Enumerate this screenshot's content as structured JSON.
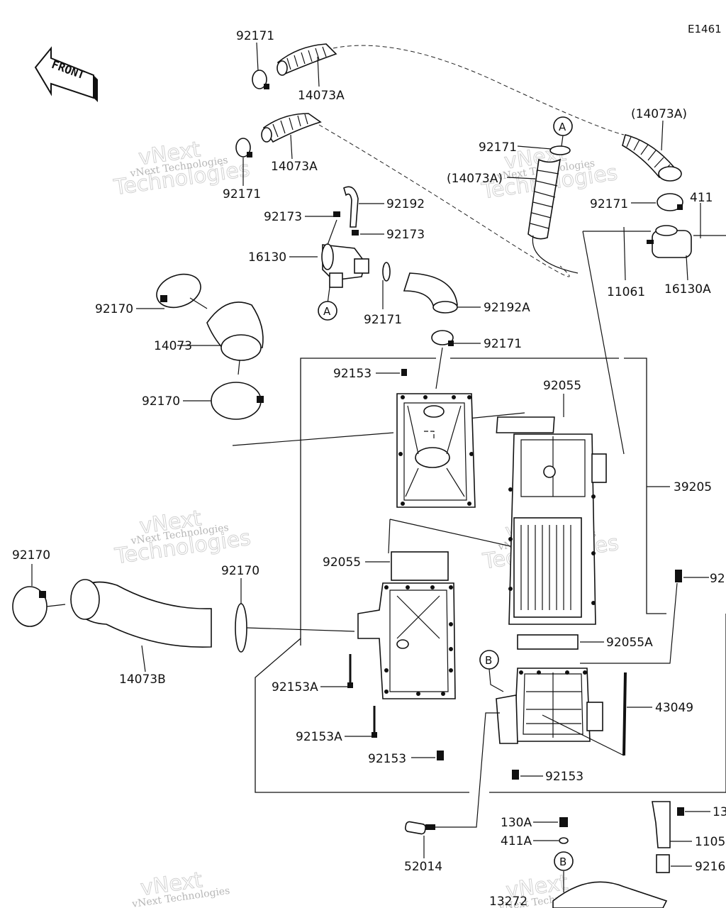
{
  "diagram_code": "E1461",
  "front_label": "FRONT",
  "callouts": {
    "A": "A",
    "B": "B"
  },
  "labels": {
    "p92171_top": "92171",
    "p14073A_1": "14073A",
    "p92171_2": "92171",
    "p14073A_2": "14073A",
    "p92171_3": "92171",
    "p14073A_paren1": "(14073A)",
    "p14073A_paren2": "(14073A)",
    "p92171_4": "92171",
    "p411_top": "411",
    "p11061": "11061",
    "p16130A": "16130A",
    "p92192": "92192",
    "p92173_1": "92173",
    "p92173_2": "92173",
    "p16130": "16130",
    "p92170_1": "92170",
    "p14073": "14073",
    "p92171_5": "92171",
    "p92192A": "92192A",
    "p92171_6": "92171",
    "p92153_1": "92153",
    "p92170_2": "92170",
    "p92055_1": "92055",
    "p39205": "39205",
    "p92170_3": "92170",
    "p92170_4": "92170",
    "p92055_2": "92055",
    "p14073B": "14073B",
    "p92_partial": "92",
    "p92055A": "92055A",
    "p92153A_1": "92153A",
    "p43049": "43049",
    "p92153A_2": "92153A",
    "p92153_2": "92153",
    "p92153_3": "92153",
    "p130A": "130A",
    "p13_partial": "13",
    "p411A": "411A",
    "p1105_partial": "1105",
    "p52014": "52014",
    "p9216_partial": "9216",
    "p13272": "13272"
  },
  "watermark": {
    "company_line": "vNext Technologies",
    "brand_line_1": "vNext",
    "brand_line_2": "Technologies"
  }
}
